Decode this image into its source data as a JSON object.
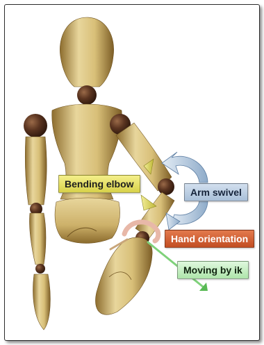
{
  "labels": {
    "bending_elbow": "Bending elbow",
    "arm_swivel": "Arm swivel",
    "hand_orientation": "Hand orientation",
    "moving_by_ik": "Moving by ik"
  },
  "colors": {
    "wood_light": "#e6d296",
    "wood_dark": "#9a7a38",
    "joint": "#5a3420",
    "elbow_label": "#e9e26a",
    "swivel_label": "#b9cde2",
    "hand_label": "#d25e30",
    "ik_label": "#c4efc1"
  },
  "icons": [
    "elbow-bend-arrows",
    "swivel-arrows",
    "hand-orientation-ring",
    "ik-move-arrow"
  ]
}
